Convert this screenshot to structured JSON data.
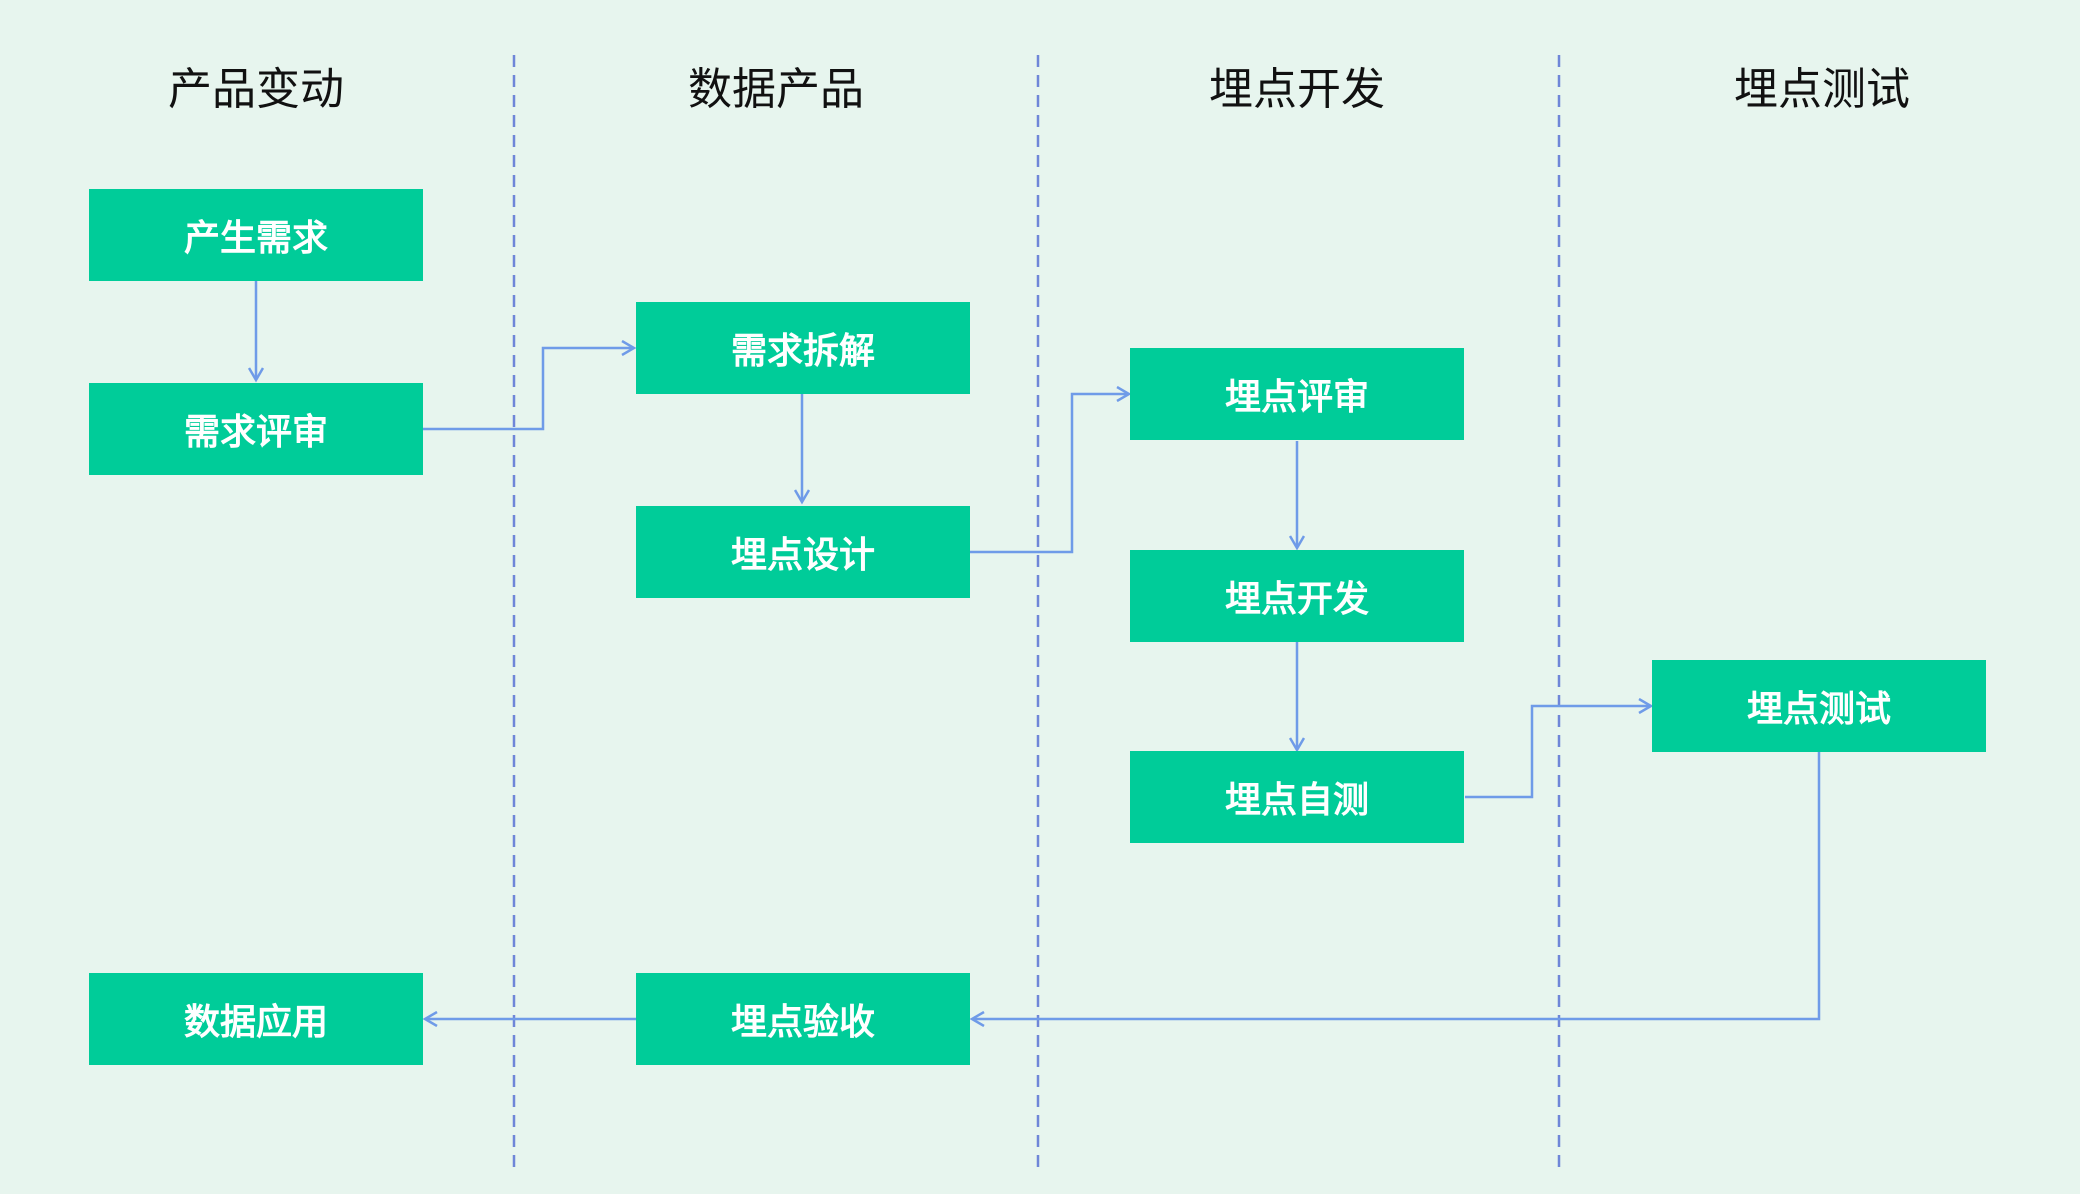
{
  "colors": {
    "background": "#e7f5ee",
    "node_fill": "#00cc99",
    "node_text": "#ffffff",
    "connector": "#6f9be8",
    "lane_divider": "#6f86d8",
    "lane_title": "#111111"
  },
  "lanes": [
    {
      "id": "product",
      "title": "产品变动"
    },
    {
      "id": "data",
      "title": "数据产品"
    },
    {
      "id": "dev",
      "title": "埋点开发"
    },
    {
      "id": "test",
      "title": "埋点测试"
    }
  ],
  "nodes": {
    "requirement": {
      "label": "产生需求",
      "lane": "product"
    },
    "requirement_review": {
      "label": "需求评审",
      "lane": "product"
    },
    "data_application": {
      "label": "数据应用",
      "lane": "product"
    },
    "requirement_breakdown": {
      "label": "需求拆解",
      "lane": "data"
    },
    "tracking_design": {
      "label": "埋点设计",
      "lane": "data"
    },
    "tracking_acceptance": {
      "label": "埋点验收",
      "lane": "data"
    },
    "tracking_review": {
      "label": "埋点评审",
      "lane": "dev"
    },
    "tracking_dev": {
      "label": "埋点开发",
      "lane": "dev"
    },
    "tracking_selftest": {
      "label": "埋点自测",
      "lane": "dev"
    },
    "tracking_test": {
      "label": "埋点测试",
      "lane": "test"
    }
  },
  "edges": [
    {
      "from": "requirement",
      "to": "requirement_review"
    },
    {
      "from": "requirement_review",
      "to": "requirement_breakdown"
    },
    {
      "from": "requirement_breakdown",
      "to": "tracking_design"
    },
    {
      "from": "tracking_design",
      "to": "tracking_review"
    },
    {
      "from": "tracking_review",
      "to": "tracking_dev"
    },
    {
      "from": "tracking_dev",
      "to": "tracking_selftest"
    },
    {
      "from": "tracking_selftest",
      "to": "tracking_test"
    },
    {
      "from": "tracking_test",
      "to": "tracking_acceptance"
    },
    {
      "from": "tracking_acceptance",
      "to": "data_application"
    }
  ]
}
